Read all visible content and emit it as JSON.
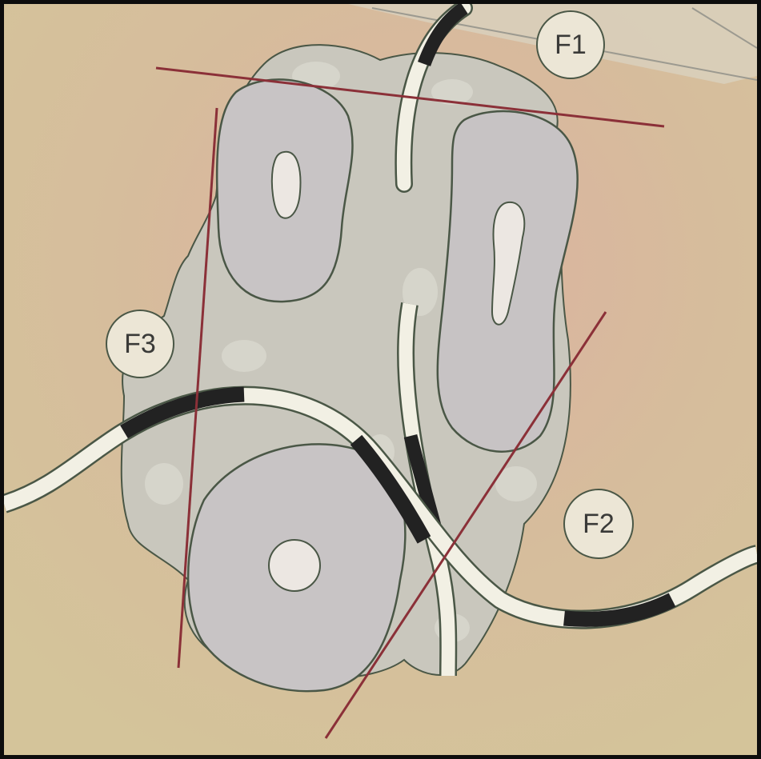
{
  "labels": {
    "f1": "F1",
    "f2": "F2",
    "f3": "F3"
  },
  "colors": {
    "background_warm": "#d8c49a",
    "background_pink": "#dcb1a0",
    "tissue_fill": "#c8c6bc",
    "organ_fill": "#c7c3c4",
    "outline": "#4a5746",
    "cut_line": "#8b3038",
    "duct_dark": "#222222",
    "duct_light": "#f2f0e4",
    "label_circle": "#ece6d6"
  },
  "icons": {
    "label_marker": "circle-label-icon"
  }
}
